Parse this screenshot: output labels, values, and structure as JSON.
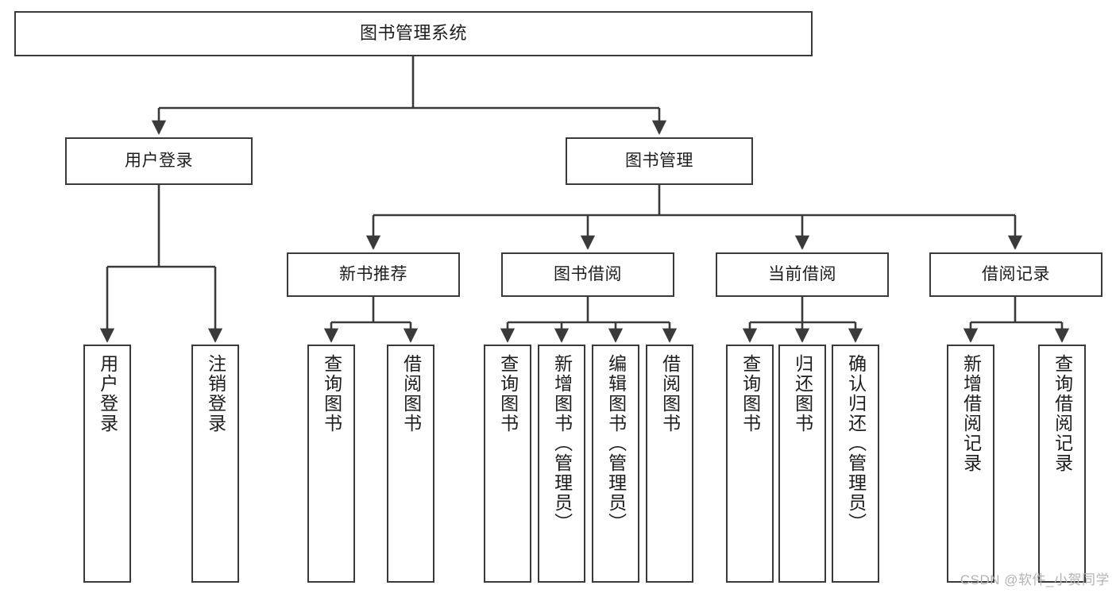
{
  "diagram": {
    "title": "图书管理系统",
    "type": "tree",
    "watermark": "CSDN @软件_小贺同学",
    "colors": {
      "box_border": "#3a3a3a",
      "box_fill": "#ffffff",
      "edge": "#3a3a3a",
      "text": "#1d1d1d",
      "watermark": "#b4b4b4",
      "background": "#ffffff"
    },
    "nodes": {
      "root": {
        "label": "图书管理系统"
      },
      "level2": [
        {
          "id": "user-login",
          "label": "用户登录"
        },
        {
          "id": "book-manage",
          "label": "图书管理"
        }
      ],
      "level3": [
        {
          "id": "new-book-recommend",
          "label": "新书推荐"
        },
        {
          "id": "book-borrow",
          "label": "图书借阅"
        },
        {
          "id": "current-borrow",
          "label": "当前借阅"
        },
        {
          "id": "borrow-record",
          "label": "借阅记录"
        }
      ],
      "leaves": {
        "user_login": [
          {
            "id": "leaf-user-login",
            "label": "用户登录"
          },
          {
            "id": "leaf-logout-login",
            "label": "注销登录"
          }
        ],
        "new_book_recommend": [
          {
            "id": "leaf-query-book-1",
            "label": "查询图书"
          },
          {
            "id": "leaf-borrow-book-1",
            "label": "借阅图书"
          }
        ],
        "book_borrow": [
          {
            "id": "leaf-query-book-2",
            "label": "查询图书"
          },
          {
            "id": "leaf-add-book",
            "label": "新增图书（管理员）"
          },
          {
            "id": "leaf-edit-book",
            "label": "编辑图书（管理员）"
          },
          {
            "id": "leaf-borrow-book-2",
            "label": "借阅图书"
          }
        ],
        "current_borrow": [
          {
            "id": "leaf-query-book-3",
            "label": "查询图书"
          },
          {
            "id": "leaf-return-book",
            "label": "归还图书"
          },
          {
            "id": "leaf-confirm-return",
            "label": "确认归还（管理员）"
          }
        ],
        "borrow_record": [
          {
            "id": "leaf-add-record",
            "label": "新增借阅记录"
          },
          {
            "id": "leaf-query-record",
            "label": "查询借阅记录"
          }
        ]
      }
    }
  }
}
